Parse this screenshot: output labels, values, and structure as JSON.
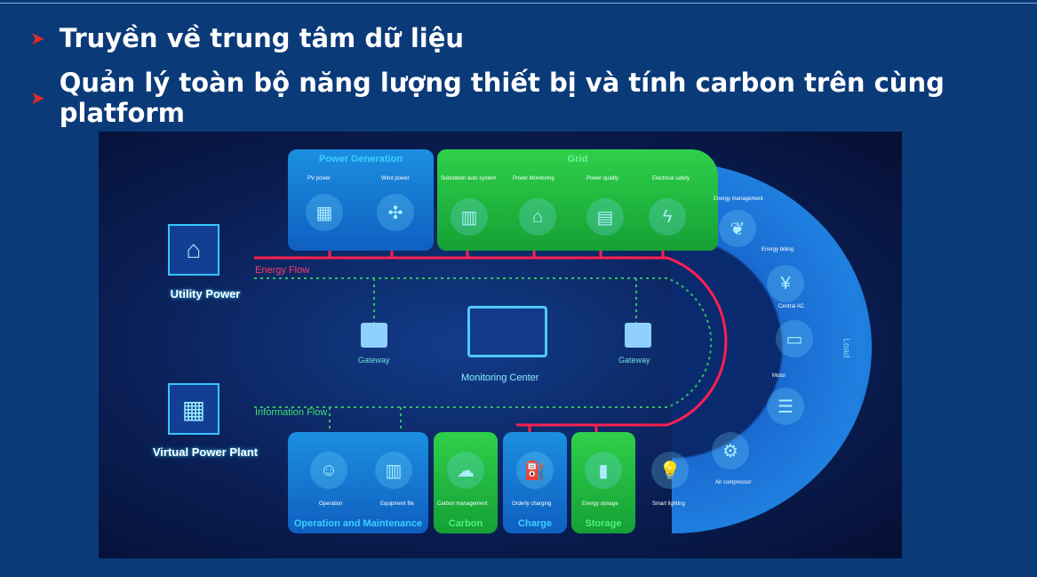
{
  "bullets": [
    "Truyền về trung tâm dữ liệu",
    "Quản lý toàn bộ năng lượng thiết bị và tính carbon trên cùng platform"
  ],
  "diagram": {
    "power_generation": {
      "title": "Power Generation",
      "items": [
        "PV power",
        "Wind power"
      ]
    },
    "grid": {
      "title": "Grid",
      "items": [
        "Substation auto system",
        "Power Monitoring",
        "Power quality",
        "Electrical safety"
      ]
    },
    "load": {
      "title": "Load",
      "items": [
        "Energy management",
        "Energy billing",
        "Central AC",
        "Motor",
        "Air compressor"
      ]
    },
    "operation": {
      "title": "Operation and Maintenance",
      "items": [
        "Operation",
        "Equipment file"
      ]
    },
    "carbon": {
      "title": "Carbon",
      "items": [
        "Carbon management"
      ]
    },
    "charge": {
      "title": "Charge",
      "items": [
        "Orderly charging"
      ]
    },
    "storage": {
      "title": "Storage",
      "items": [
        "Energy storage"
      ]
    },
    "smart_lighting": "Smart lighting",
    "utility_power": "Utility Power",
    "virtual_power_plant": "Virtual Power Plant",
    "energy_flow": "Energy Flow",
    "information_flow": "Information Flow",
    "gateway_left": "Gateway",
    "gateway_right": "Gateway",
    "monitoring_center": "Monitoring Center"
  }
}
